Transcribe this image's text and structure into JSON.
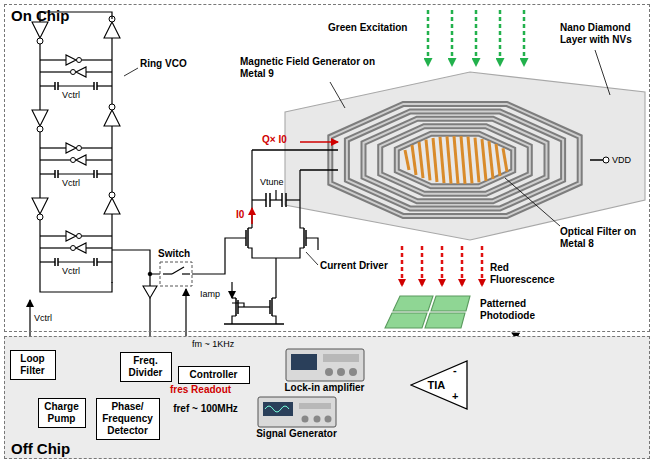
{
  "diagram": {
    "nodes": [
      {
        "text": [
          "On Chip"
        ]
      },
      {
        "text": [
          "Off Chip"
        ]
      },
      {
        "text": [
          "Loop Filter"
        ],
        "in": 1
      },
      {
        "text": [
          "Charge Pump"
        ],
        "in": 1
      },
      {
        "text": [
          "Freq. Divider"
        ],
        "in": 1
      },
      {
        "text": [
          "Phase/ Frequency Detector"
        ],
        "in": 1
      },
      {
        "text": [
          "Controller"
        ],
        "in": 1
      },
      {
        "text": [
          "Lock-in amplifier"
        ],
        "in": 1
      },
      {
        "text": [
          "Signal Generator"
        ],
        "in": 1
      },
      {
        "text": [
          "TIA"
        ],
        "in": 1
      }
    ],
    "edges": [
      {
        "from": 3,
        "to": 2,
        "arrow": "none"
      },
      {
        "from": 5,
        "to": 3,
        "arrow": "none"
      },
      {
        "from": 4,
        "to": 5,
        "arrow": "none"
      },
      {
        "from": 8,
        "to": 5,
        "arrow": "to",
        "label": "fref ~ 100MHz"
      },
      {
        "from": 6,
        "to": 4,
        "arrow": "none"
      },
      {
        "from": 6,
        "to": 7,
        "arrow": "to"
      },
      {
        "from": 9,
        "to": 7,
        "arrow": "to"
      }
    ],
    "labels": [
      "Ring VCO",
      "Vctrl",
      "Vctrl",
      "Vctrl",
      "Vctrl",
      "Switch",
      "Vtune",
      "I0",
      "Q× I0",
      "Iamp",
      "Current Driver",
      "Green Excitation",
      "Magnetic Field Generator on Metal 9",
      "Nano Diamond Layer with NVs",
      "VDD",
      "Optical Filter on Metal 8",
      "Red Fluorescence",
      "Patterned Photodiode",
      "fm ~ 1KHz",
      "fres Readout",
      "-",
      "+"
    ]
  }
}
